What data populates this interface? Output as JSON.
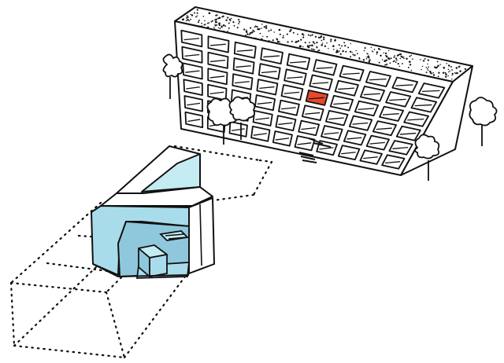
{
  "colors": {
    "background": "#ffffff",
    "ink": "#111111",
    "glass_blue": "#a9dcea",
    "glass_blue_light": "#c5ebf3",
    "glass_blue_mid": "#8fc8dc",
    "highlight_unit": "#e9482b"
  },
  "building": {
    "grid_rows": 6,
    "grid_cols": 10,
    "highlighted_unit": {
      "row": 2,
      "col": 5
    }
  }
}
